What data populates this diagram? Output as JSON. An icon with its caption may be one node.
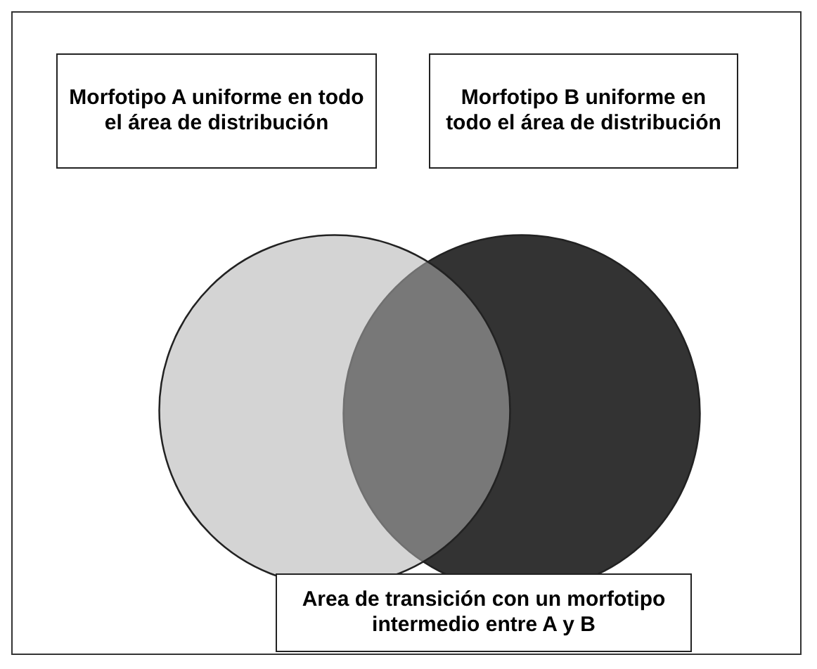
{
  "diagram": {
    "nodes": [
      {
        "text": [
          "Morfotipo A uniforme en todo el área de distribución"
        ]
      },
      {
        "text": [
          "Morfotipo B uniforme en todo el área de distribución"
        ]
      },
      {
        "text": [],
        "shape": "circle"
      },
      {
        "text": [],
        "shape": "circle"
      },
      {
        "text": [
          "Area de transición con un morfotipo intermedio entre A y B"
        ]
      }
    ]
  }
}
